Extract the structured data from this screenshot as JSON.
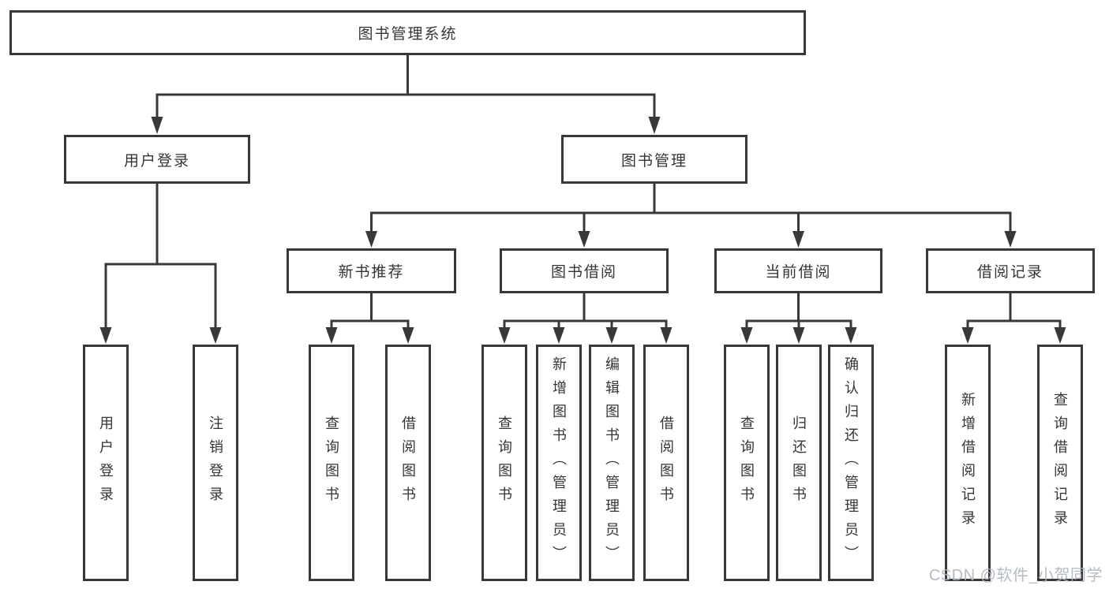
{
  "colors": {
    "line": "#383838",
    "box_border": "#383838",
    "text": "#353535",
    "watermark": "#aeb4bd",
    "background": "#ffffff"
  },
  "root": {
    "label": "图书管理系统"
  },
  "branches": {
    "user_login": {
      "label": "用户登录",
      "children": {
        "login": {
          "label": "用户登录"
        },
        "logout": {
          "label": "注销登录"
        }
      }
    },
    "book_management": {
      "label": "图书管理",
      "children": {
        "new_book_recommend": {
          "label": "新书推荐",
          "children": {
            "query_books": {
              "label": "查询图书"
            },
            "borrow_books": {
              "label": "借阅图书"
            }
          }
        },
        "book_borrowing": {
          "label": "图书借阅",
          "children": {
            "query_books": {
              "label": "查询图书"
            },
            "add_books": {
              "label": "新增图书（管理员）"
            },
            "edit_books": {
              "label": "编辑图书（管理员）"
            },
            "borrow_books": {
              "label": "借阅图书"
            }
          }
        },
        "current_borrowing": {
          "label": "当前借阅",
          "children": {
            "query_books": {
              "label": "查询图书"
            },
            "return_books": {
              "label": "归还图书"
            },
            "confirm_return": {
              "label": "确认归还（管理员）"
            }
          }
        },
        "borrowing_records": {
          "label": "借阅记录",
          "children": {
            "add_record": {
              "label": "新增借阅记录"
            },
            "query_record": {
              "label": "查询借阅记录"
            }
          }
        }
      }
    }
  },
  "watermark": {
    "text": "CSDN @软件_小贺同学"
  }
}
